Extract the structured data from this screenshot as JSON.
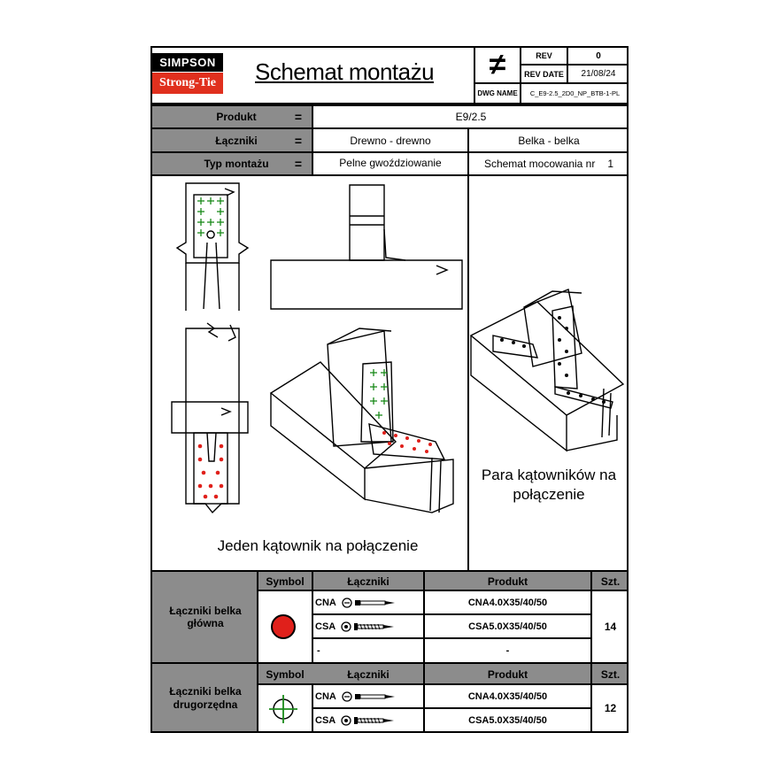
{
  "header": {
    "brand_top": "SIMPSON",
    "brand_bottom": "Strong-Tie",
    "title": "Schemat montażu",
    "rev_label": "REV",
    "rev_value": "0",
    "rev_date_label": "REV DATE",
    "rev_date_value": "21/08/24",
    "dwg_name_label": "DWG NAME",
    "dwg_name_value": "C_E9-2.5_2D0_NP_BTB-1-PL",
    "symbol": "≠"
  },
  "info": {
    "produkt_label": "Produkt",
    "produkt_value": "E9/2.5",
    "laczniki_label": "Łączniki",
    "laczniki_value1": "Drewno - drewno",
    "laczniki_value2": "Belka - belka",
    "typ_label": "Typ montażu",
    "typ_value": "Pelne gwoździowanie",
    "schemat_label": "Schemat mocowania nr",
    "schemat_nr": "1",
    "eq": "="
  },
  "captions": {
    "left": "Jeden kątownik na połączenie",
    "right": "Para kątowników na połączenie"
  },
  "table1": {
    "group_label": "Łączniki belka główna",
    "headers": {
      "symbol": "Symbol",
      "laczniki": "Łączniki",
      "produkt": "Produkt",
      "szt": "Szt."
    },
    "rows": [
      {
        "fastener": "CNA",
        "product": "CNA4.0X35/40/50"
      },
      {
        "fastener": "CSA",
        "product": "CSA5.0X35/40/50"
      },
      {
        "fastener": "-",
        "product": "-"
      }
    ],
    "qty": "14",
    "symbol_color": "#e0201b"
  },
  "table2": {
    "group_label": "Łączniki belka drugorzędna",
    "headers": {
      "symbol": "Symbol",
      "laczniki": "Łączniki",
      "produkt": "Produkt",
      "szt": "Szt."
    },
    "rows": [
      {
        "fastener": "CNA",
        "product": "CNA4.0X35/40/50"
      },
      {
        "fastener": "CSA",
        "product": "CSA5.0X35/40/50"
      }
    ],
    "qty": "12",
    "symbol_color": "#1a8a1a"
  }
}
